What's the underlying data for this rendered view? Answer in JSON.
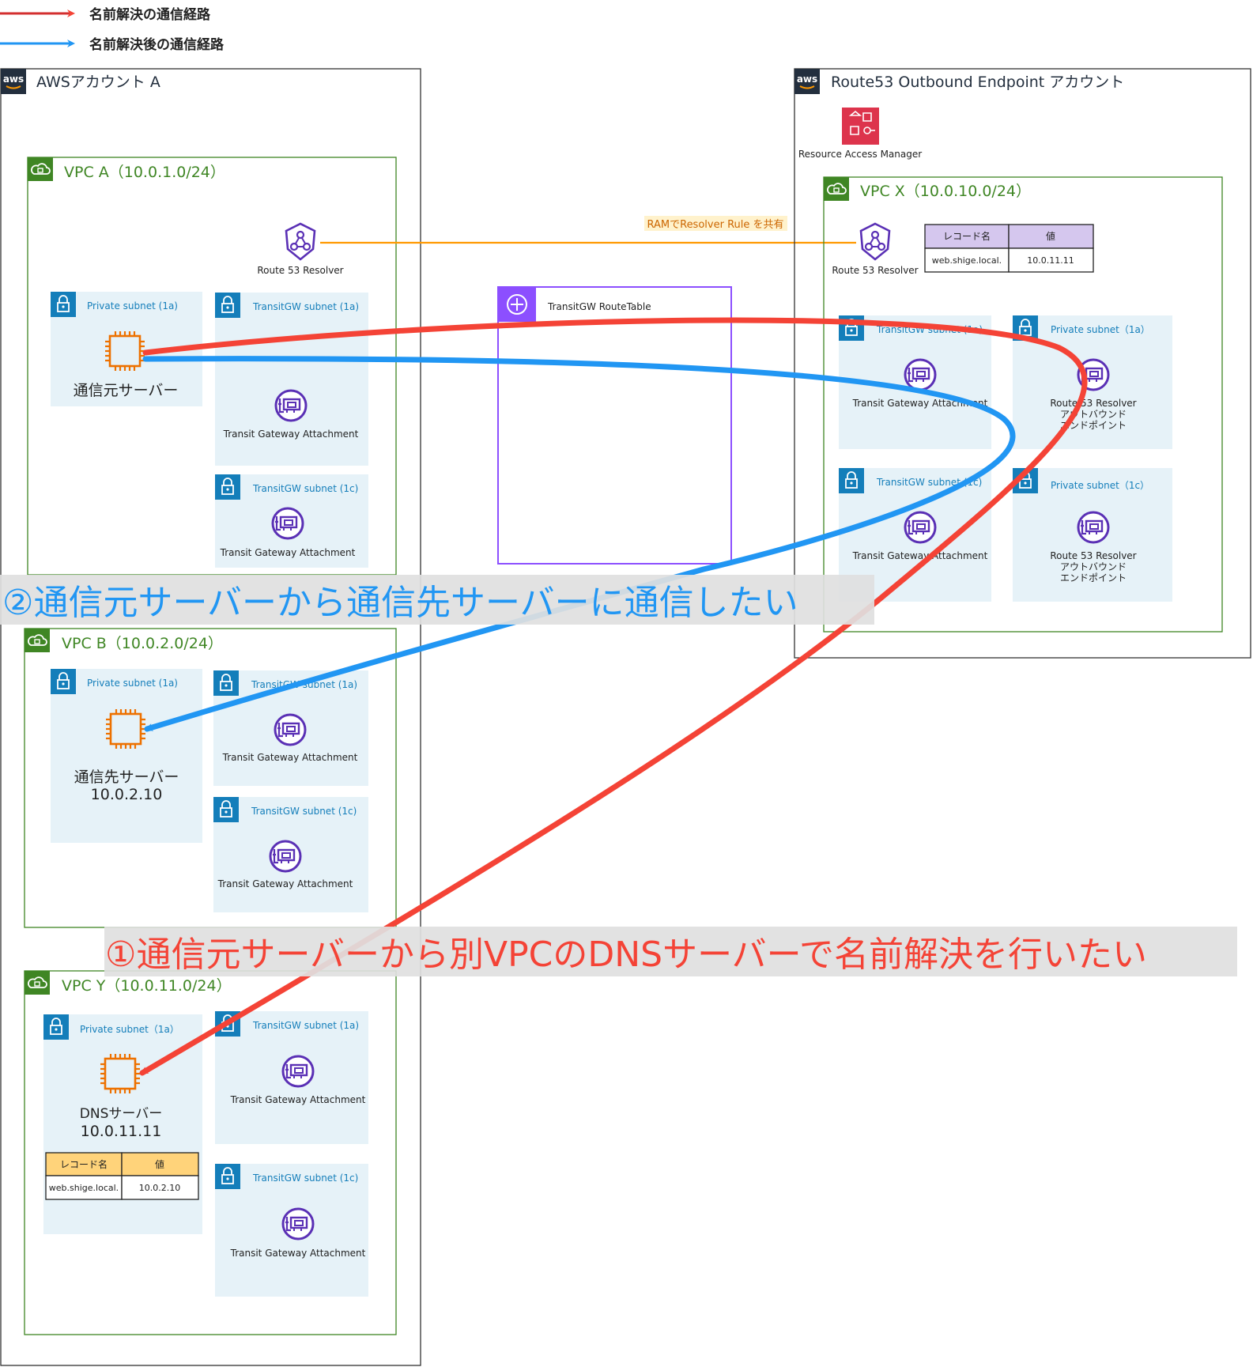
{
  "legend": [
    {
      "label": "名前解決の通信経路",
      "color": "#d32f2f"
    },
    {
      "label": "名前解決後の通信経路",
      "color": "#2196f3"
    }
  ],
  "colors": {
    "account_border": "#333333",
    "vpc_border": "#3f8624",
    "subnet_fill": "#e6f2f8",
    "subnet_label": "#147eba",
    "icon_purple": "#5a30b5",
    "ec2_orange": "#ed7100",
    "red_path": "#f44336",
    "blue_path": "#2196f3",
    "ram_line": "#ff9900",
    "ram_red": "#dd344c"
  },
  "account_a": {
    "title": "AWSアカウント A",
    "aws_logo": "aws",
    "resolver_label": "Route 53 Resolver",
    "vpc_a": {
      "title": "VPC A（10.0.1.0/24）",
      "private_subnet": "Private subnet (1a)",
      "server_label": "通信元サーバー",
      "tgw_subnet_1a": "TransitGW subnet (1a)",
      "tgw_subnet_1c": "TransitGW subnet (1c)",
      "tgw_attachment_1": "Transit Gateway Attachment",
      "tgw_attachment_2": "Transit Gateway Attachment"
    },
    "vpc_b": {
      "title": "VPC B（10.0.2.0/24）",
      "private_subnet": "Private subnet (1a)",
      "server_label_line1": "通信先サーバー",
      "server_label_line2": "10.0.2.10",
      "tgw_subnet_1a": "TransitGW subnet (1a)",
      "tgw_subnet_1c": "TransitGW subnet (1c)",
      "tgw_attachment_1": "Transit Gateway Attachment",
      "tgw_attachment_2": "Transit Gateway Attachment"
    },
    "vpc_y": {
      "title": "VPC Y（10.0.11.0/24）",
      "private_subnet": "Private subnet（1a）",
      "server_label_line1": "DNSサーバー",
      "server_label_line2": "10.0.11.11",
      "record_header": [
        "レコード名",
        "値"
      ],
      "record_row": [
        "web.shige.local.",
        "10.0.2.10"
      ],
      "tgw_subnet_1a": "TransitGW subnet (1a)",
      "tgw_subnet_1c": "TransitGW subnet (1c)",
      "tgw_attachment_1": "Transit Gateway Attachment",
      "tgw_attachment_2": "Transit Gateway Attachment"
    }
  },
  "tgw_route_table": "TransitGW RouteTable",
  "ram_share_label": "RAMでResolver Rule を共有",
  "account_x": {
    "title": "Route53 Outbound Endpoint アカウント",
    "aws_logo": "aws",
    "ram_label": "Resource Access Manager",
    "vpc_x": {
      "title": "VPC X（10.0.10.0/24）",
      "resolver_label": "Route 53 Resolver",
      "record_header": [
        "レコード名",
        "値"
      ],
      "record_row": [
        "web.shige.local.",
        "10.0.11.11"
      ],
      "tgw_subnet_1a": "TransitGW subnet (1a)",
      "tgw_subnet_1c": "TransitGW subnet (1c)",
      "private_subnet_1a": "Private subnet（1a）",
      "private_subnet_1c": "Private subnet（1c）",
      "tgw_attachment_1": "Transit Gateway Attachment",
      "tgw_attachment_2": "Transit Gateway Attachment",
      "endpoint_1": [
        "Route 53 Resolver",
        "アウトバウンド",
        "エンドポイント"
      ],
      "endpoint_2": [
        "Route 53 Resolver",
        "アウトバウンド",
        "エンドポイント"
      ]
    }
  },
  "caption_2": "②通信元サーバーから通信先サーバーに通信したい",
  "caption_1": "①通信元サーバーから別VPCのDNSサーバーで名前解決を行いたい"
}
